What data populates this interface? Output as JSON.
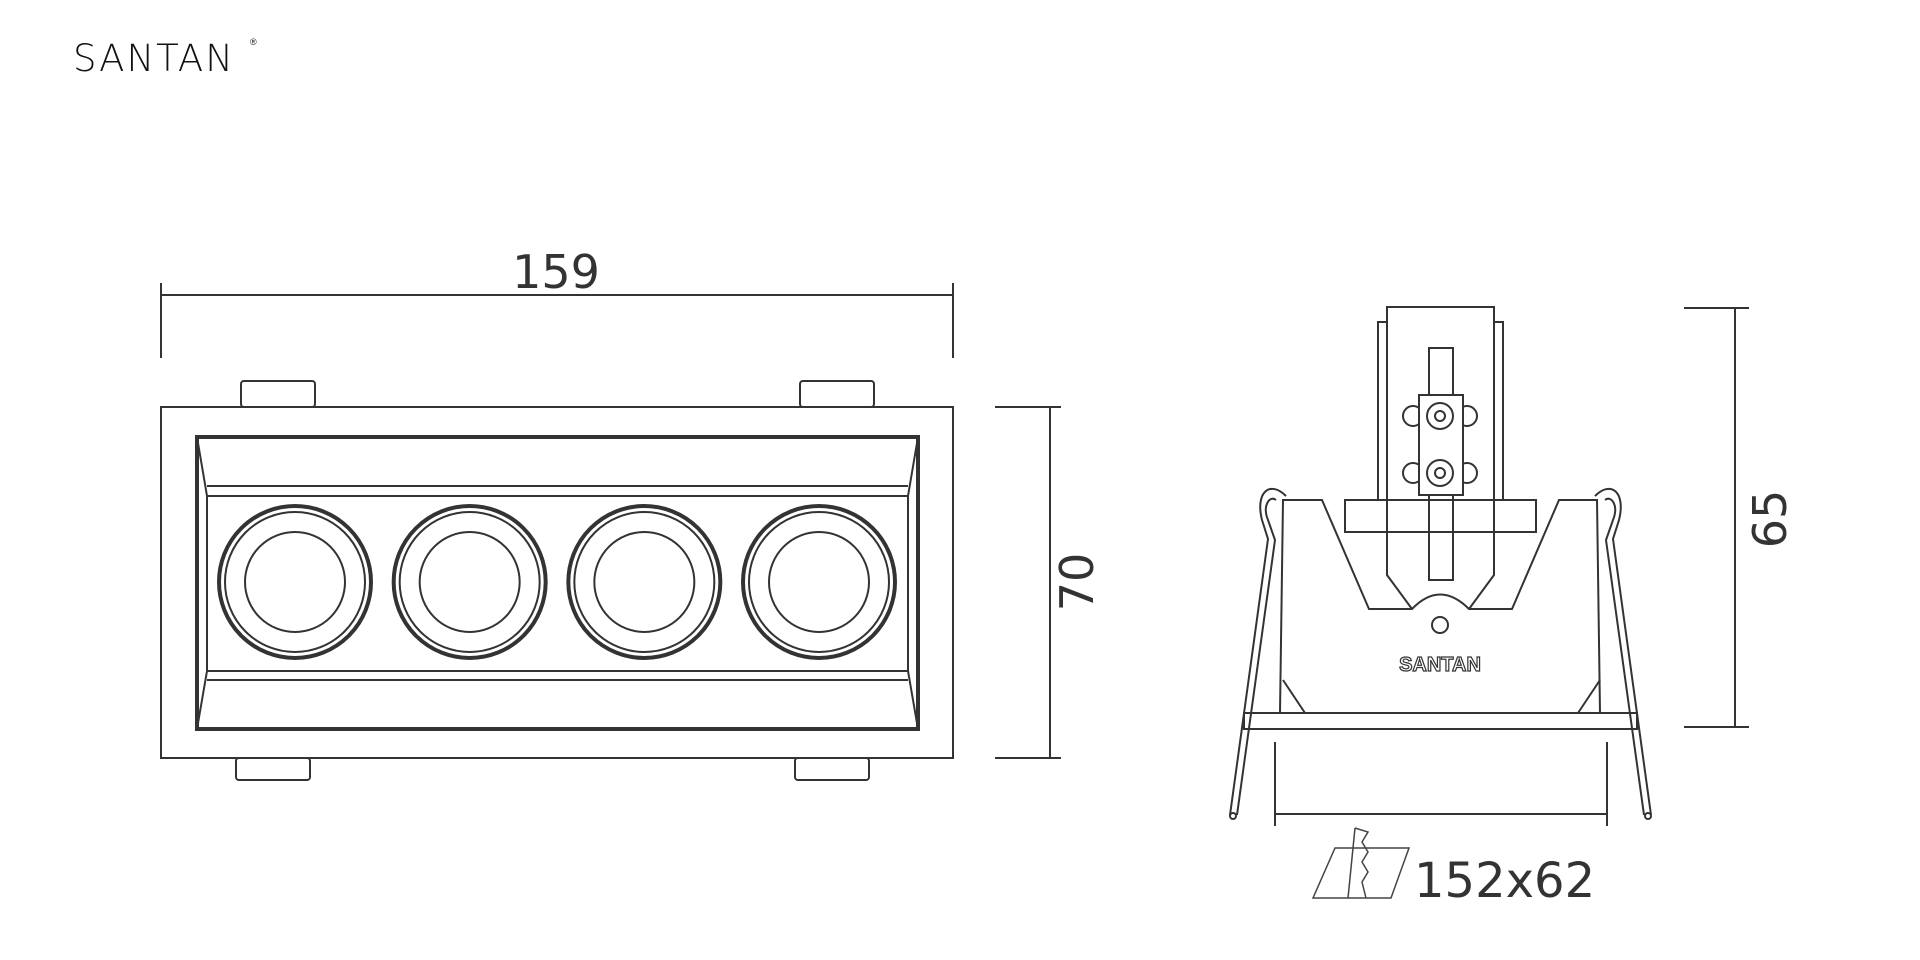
{
  "brand": {
    "logo": "SANTAN",
    "registered": "®",
    "body_mark": "SANTAN"
  },
  "front_view": {
    "width_label": "159",
    "height_label": "70",
    "lens_count": 4
  },
  "side_view": {
    "height_label": "65",
    "cutout_label": "152x62"
  }
}
